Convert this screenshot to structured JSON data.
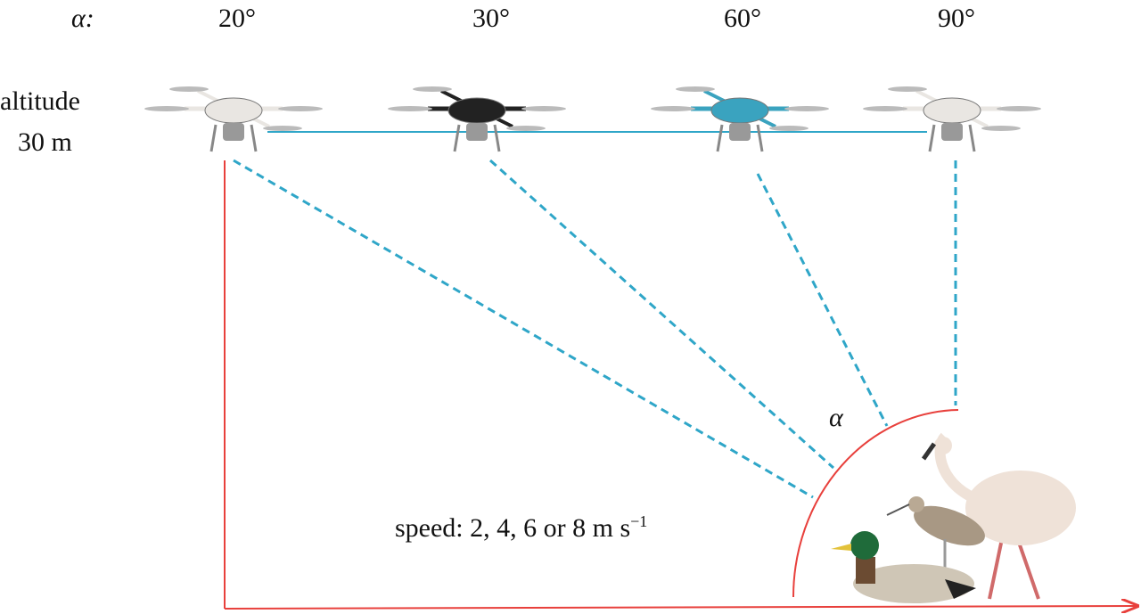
{
  "alpha_label": "α:",
  "angles": [
    "20°",
    "30°",
    "60°",
    "90°"
  ],
  "altitude": {
    "line1": "altitude",
    "line2": "30 m"
  },
  "angle_symbol": "α",
  "speed": {
    "text": "speed: 2, 4, 6 or 8 m s",
    "exponent": "−1"
  },
  "colors": {
    "path": "#e8403c",
    "sightline": "#2fa6c8",
    "drone_white": "#e9e6e2",
    "drone_black": "#222222",
    "drone_blue": "#3aa3bf"
  }
}
